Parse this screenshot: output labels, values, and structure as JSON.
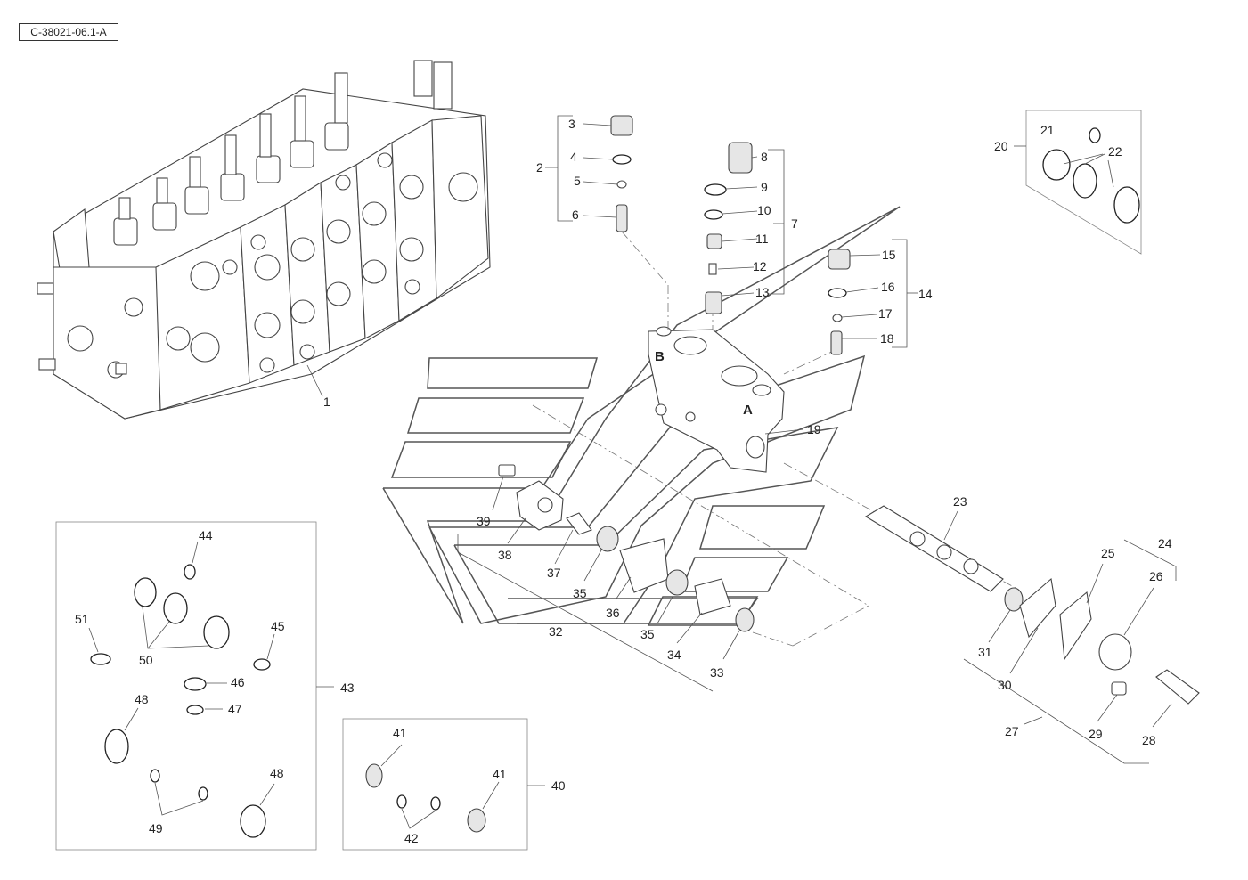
{
  "diagram_ref": "C-38021-06.1-A",
  "valve_face_labels": {
    "a": "A",
    "b": "B"
  },
  "callouts": {
    "c1": "1",
    "c2": "2",
    "c3": "3",
    "c4": "4",
    "c5": "5",
    "c6": "6",
    "c7": "7",
    "c8": "8",
    "c9": "9",
    "c10": "10",
    "c11": "11",
    "c12": "12",
    "c13": "13",
    "c14": "14",
    "c15": "15",
    "c16": "16",
    "c17": "17",
    "c18": "18",
    "c19": "19",
    "c20": "20",
    "c21": "21",
    "c22": "22",
    "c23": "23",
    "c24": "24",
    "c25": "25",
    "c26": "26",
    "c27": "27",
    "c28": "28",
    "c29": "29",
    "c30": "30",
    "c31": "31",
    "c32": "32",
    "c33": "33",
    "c34": "34",
    "c35a": "35",
    "c35b": "35",
    "c36": "36",
    "c37": "37",
    "c38": "38",
    "c39": "39",
    "c40": "40",
    "c41a": "41",
    "c41b": "41",
    "c42": "42",
    "c43": "43",
    "c44": "44",
    "c45": "45",
    "c46": "46",
    "c47": "47",
    "c48a": "48",
    "c48b": "48",
    "c49": "49",
    "c50": "50",
    "c51": "51"
  }
}
